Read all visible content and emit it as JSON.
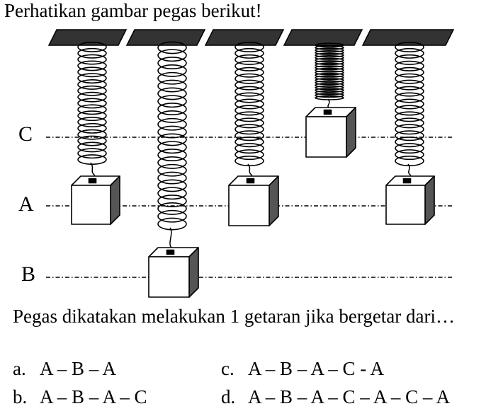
{
  "title": "Perhatikan gambar pegas berikut!",
  "figure": {
    "labels": {
      "c": "C",
      "a": "A",
      "b": "B"
    }
  },
  "question": "Pegas dikatakan melakukan 1 getaran jika bergetar dari…",
  "options": [
    {
      "letter": "a.",
      "text": "A – B – A"
    },
    {
      "letter": "c.",
      "text": "A – B – A – C - A"
    },
    {
      "letter": "b.",
      "text": "A – B – A – C"
    },
    {
      "letter": "d.",
      "text": "A – B – A – C – A – C – A"
    }
  ]
}
